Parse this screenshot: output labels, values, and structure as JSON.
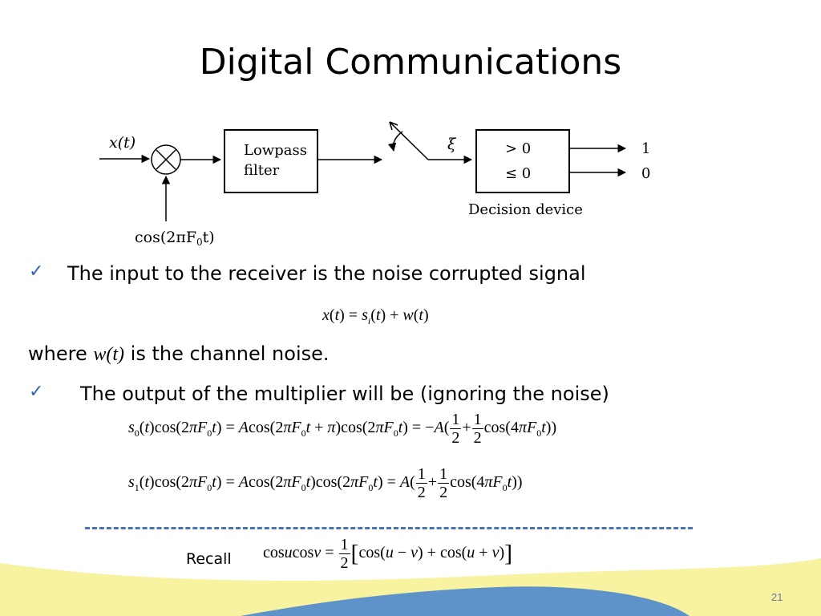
{
  "slide": {
    "title": "Digital Communications",
    "page_number": "21"
  },
  "diagram": {
    "input_label": "x(t)",
    "carrier_label": "cos(2πF",
    "carrier_sub": "0",
    "carrier_tail": "t)",
    "lowpass_line1": "Lowpass",
    "lowpass_line2": "filter",
    "xi_label": "ξ",
    "decision_gt": "> 0",
    "decision_le": "≤ 0",
    "decision_device_label": "Decision device",
    "output_one": "1",
    "output_zero": "0"
  },
  "bullets": {
    "bullet1": "The input to the receiver is the noise corrupted signal",
    "where_prefix": "where ",
    "where_math": "w(t)",
    "where_suffix": " is the channel noise.",
    "bullet2": "The output of the multiplier will be (ignoring the noise)"
  },
  "recall": {
    "label": "Recall"
  },
  "colors": {
    "check": "#3366aa",
    "dash_line": "#4a72b5",
    "wave_yellow": "#f8f3a0",
    "wave_blue": "#5e93c9"
  }
}
